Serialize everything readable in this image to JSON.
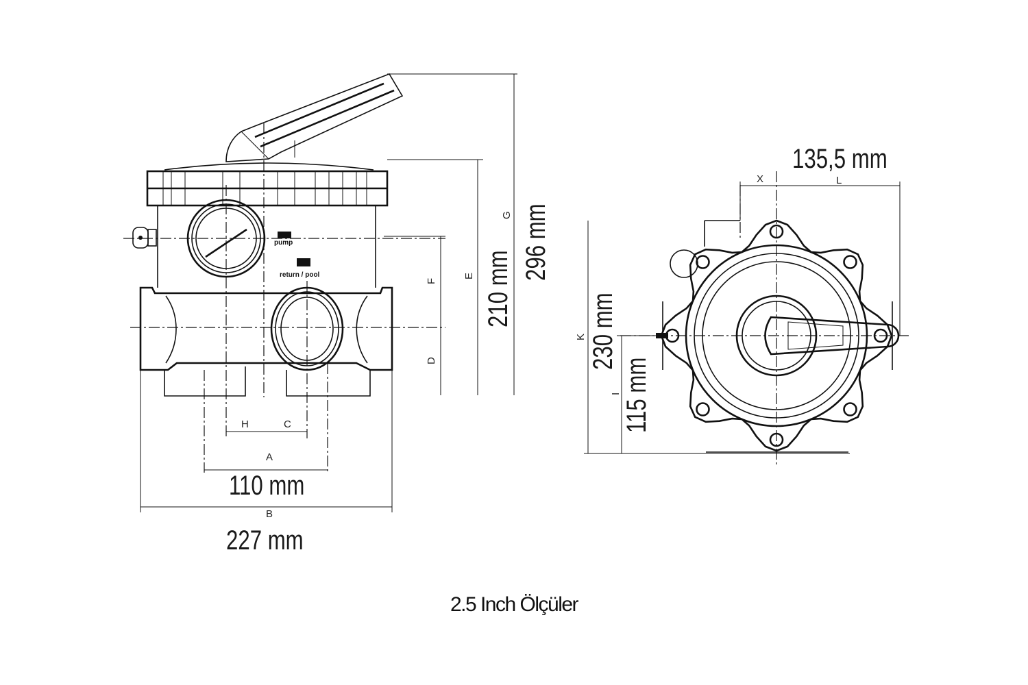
{
  "caption": "2.5 Inch Ölçüler",
  "side_view": {
    "port_labels": {
      "pump": "pump",
      "return_pool": "return / pool"
    },
    "letters": {
      "A": "A",
      "B": "B",
      "C": "C",
      "H": "H",
      "D": "D",
      "F": "F",
      "E": "E",
      "G": "G"
    },
    "dimensions": {
      "A": "110 mm",
      "B": "227 mm",
      "E": "210 mm",
      "G": "296 mm"
    }
  },
  "top_view": {
    "letters": {
      "X": "X",
      "L": "L",
      "K": "K",
      "I": "I"
    },
    "dimensions": {
      "L": "135,5 mm",
      "K": "230 mm",
      "I": "115 mm"
    }
  }
}
